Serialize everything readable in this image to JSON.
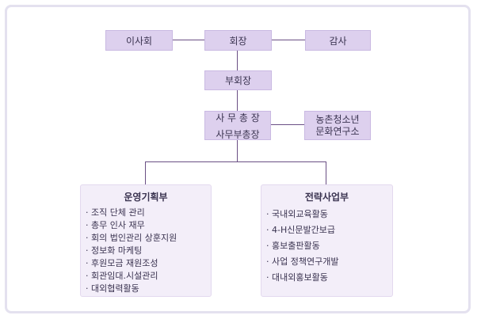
{
  "org": {
    "board": "이사회",
    "president": "회장",
    "auditor": "감사",
    "vice_president": "부회장",
    "secretary_general": "사 무 총 장",
    "deputy_secretary_general": "사무부총장",
    "institute": "농촌청소년\n문화연구소"
  },
  "departments": [
    {
      "title": "운영기획부",
      "items": [
        "· 조직 단체 관리",
        "· 총무 인사 재무",
        "· 회의 법인관리 상훈지원",
        "· 정보화 마케팅",
        "· 후원모금 재원조성",
        "· 회관임대.시설관리",
        "· 대외협력활동"
      ]
    },
    {
      "title": "전략사업부",
      "items": [
        "· 국내외교육활동",
        "· 4-H신문발간보급",
        "· 홍보출판활동",
        "· 사업 정책연구개발",
        "· 대내외홍보활동"
      ]
    }
  ]
}
